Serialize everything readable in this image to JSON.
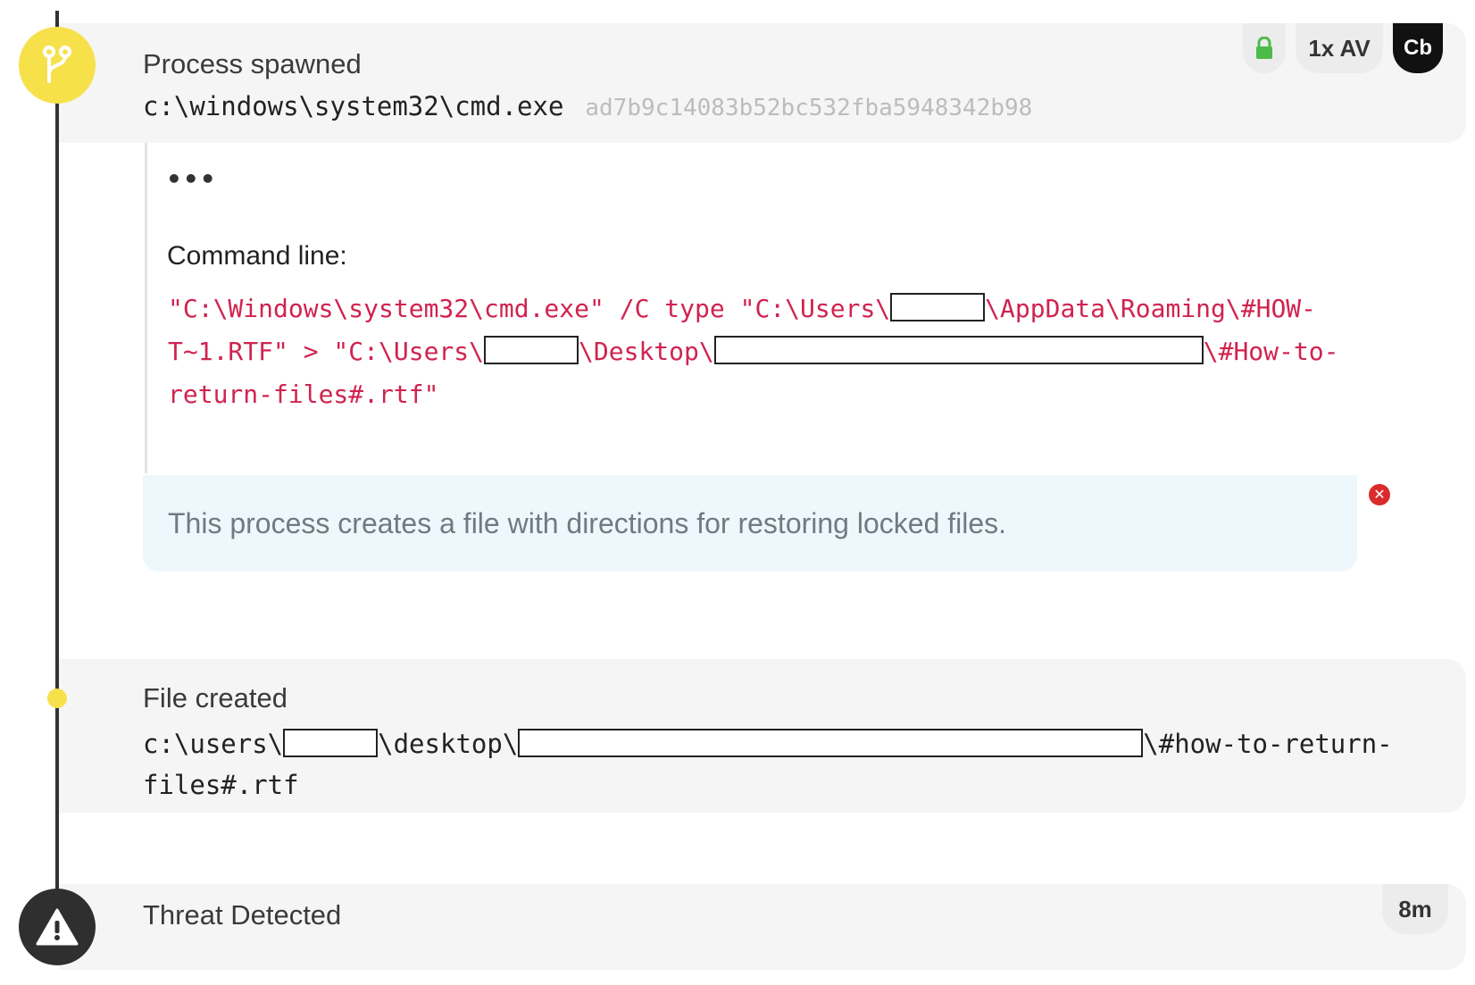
{
  "events": {
    "process": {
      "title": "Process spawned",
      "path": "c:\\windows\\system32\\cmd.exe",
      "hash": "ad7b9c14083b52bc532fba5948342b98",
      "icon": "process-branch-icon",
      "badges": {
        "lock_icon": "lock-icon",
        "av_label": "1x AV",
        "cb_label": "Cb"
      },
      "more_label": "•••",
      "command_label": "Command line:",
      "command_parts": {
        "p1": "\"C:\\Windows\\system32\\cmd.exe\" /C type \"C:\\Users\\",
        "p2": "\\AppData\\Roaming\\#HOW-",
        "p3": "T~1.RTF\" > \"C:\\Users\\",
        "p4": "\\Desktop\\",
        "p5": "\\#How-to-",
        "p6": "return-files#.rtf\""
      },
      "note": "This process creates a file with directions for restoring locked files.",
      "dismiss_icon": "close-circle-icon"
    },
    "file": {
      "title": "File created",
      "path_parts": {
        "p1": "c:\\users\\",
        "p2": "\\desktop\\",
        "p3": "\\#how-to-return-",
        "p4": "files#.rtf"
      }
    },
    "threat": {
      "title": "Threat Detected",
      "icon": "warning-triangle-icon",
      "time": "8m"
    }
  },
  "colors": {
    "accent_yellow": "#f6e14b",
    "command_red": "#d0234f",
    "lock_green": "#4cbb4a",
    "dismiss_red": "#d92b2b"
  }
}
